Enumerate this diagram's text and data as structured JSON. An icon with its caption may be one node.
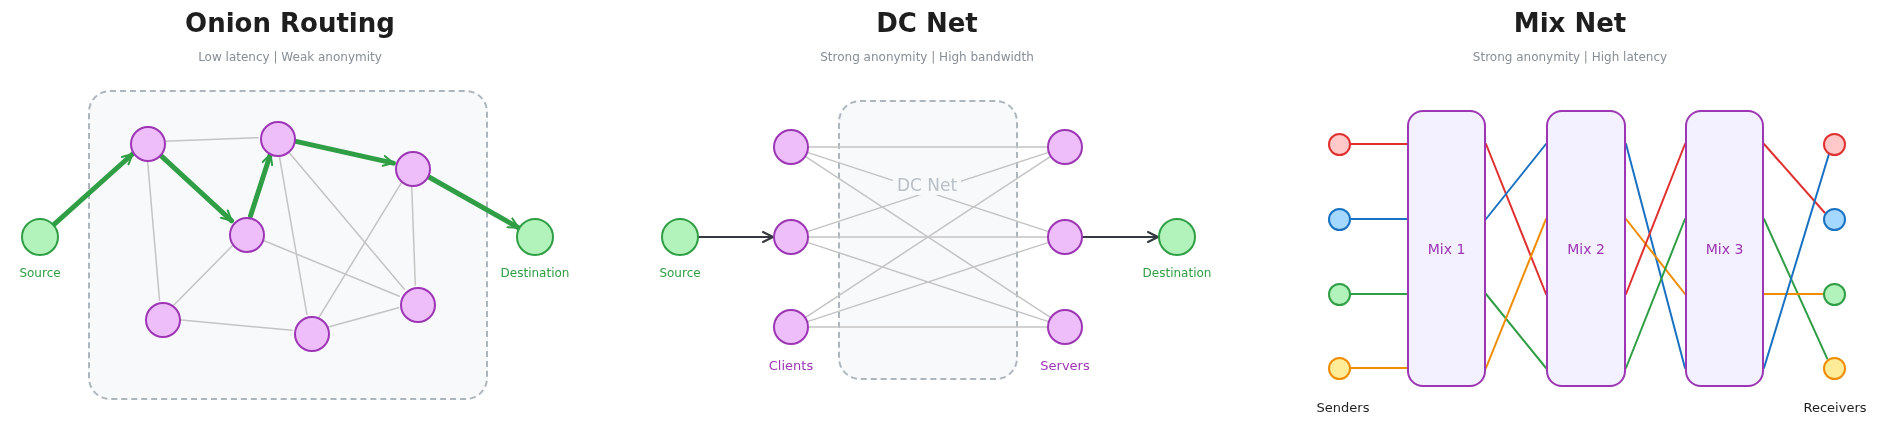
{
  "diagram": {
    "nodes": [
      {
        "text": [],
        "shape": "box"
      },
      {
        "text": [],
        "shape": "circle",
        "beside": [
          "Source"
        ]
      },
      {
        "text": [],
        "shape": "circle",
        "in": 0
      },
      {
        "text": [],
        "shape": "circle",
        "in": 0
      },
      {
        "text": [],
        "shape": "circle",
        "in": 0
      },
      {
        "text": [],
        "shape": "circle",
        "in": 0
      },
      {
        "text": [],
        "shape": "circle",
        "in": 0
      },
      {
        "text": [],
        "shape": "circle",
        "in": 0
      },
      {
        "text": [],
        "shape": "circle",
        "in": 0
      },
      {
        "text": [],
        "shape": "circle",
        "beside": [
          "Destination"
        ]
      },
      {
        "text": [],
        "shape": "circle",
        "beside": [
          "Source"
        ]
      },
      {
        "text": [],
        "shape": "circle"
      },
      {
        "text": [],
        "shape": "circle"
      },
      {
        "text": [],
        "shape": "circle"
      },
      {
        "text": [],
        "shape": "circle"
      },
      {
        "text": [],
        "shape": "circle"
      },
      {
        "text": [],
        "shape": "circle"
      },
      {
        "text": [],
        "shape": "circle",
        "beside": [
          "Destination"
        ]
      },
      {
        "text": [
          "Mix 1"
        ]
      },
      {
        "text": [
          "Mix 2"
        ]
      },
      {
        "text": [
          "Mix 3"
        ]
      },
      {
        "text": [],
        "shape": "circle"
      },
      {
        "text": [],
        "shape": "circle"
      },
      {
        "text": [],
        "shape": "circle"
      },
      {
        "text": [],
        "shape": "circle"
      },
      {
        "text": [],
        "shape": "circle"
      },
      {
        "text": [],
        "shape": "circle"
      },
      {
        "text": [],
        "shape": "circle"
      },
      {
        "text": [],
        "shape": "circle"
      }
    ],
    "edges": [
      {
        "from": 1,
        "to": 2,
        "arrow": "to",
        "style": "thick",
        "color": "#2f9e44"
      },
      {
        "from": 2,
        "to": 4,
        "arrow": "to",
        "style": "thick",
        "color": "#2f9e44"
      },
      {
        "from": 4,
        "to": 3,
        "arrow": "to",
        "style": "thick",
        "color": "#2f9e44"
      },
      {
        "from": 3,
        "to": 5,
        "arrow": "to",
        "style": "thick",
        "color": "#2f9e44"
      },
      {
        "from": 5,
        "to": 9,
        "arrow": "to",
        "style": "thick",
        "color": "#2f9e44"
      },
      {
        "from": 2,
        "to": 3,
        "arrow": "none"
      },
      {
        "from": 2,
        "to": 6,
        "arrow": "none"
      },
      {
        "from": 4,
        "to": 6,
        "arrow": "none"
      },
      {
        "from": 4,
        "to": 8,
        "arrow": "none"
      },
      {
        "from": 3,
        "to": 7,
        "arrow": "none"
      },
      {
        "from": 3,
        "to": 8,
        "arrow": "none"
      },
      {
        "from": 5,
        "to": 7,
        "arrow": "none"
      },
      {
        "from": 5,
        "to": 8,
        "arrow": "none"
      },
      {
        "from": 6,
        "to": 7,
        "arrow": "none"
      },
      {
        "from": 7,
        "to": 8,
        "arrow": "none"
      },
      {
        "from": 10,
        "to": 12,
        "arrow": "to",
        "color": "#343a40"
      },
      {
        "from": 15,
        "to": 17,
        "arrow": "to",
        "color": "#343a40"
      },
      {
        "from": 11,
        "to": 14,
        "arrow": "none"
      },
      {
        "from": 11,
        "to": 15,
        "arrow": "none"
      },
      {
        "from": 11,
        "to": 16,
        "arrow": "none"
      },
      {
        "from": 12,
        "to": 14,
        "arrow": "none"
      },
      {
        "from": 12,
        "to": 15,
        "arrow": "none"
      },
      {
        "from": 12,
        "to": 16,
        "arrow": "none"
      },
      {
        "from": 13,
        "to": 14,
        "arrow": "none"
      },
      {
        "from": 13,
        "to": 15,
        "arrow": "none"
      },
      {
        "from": 13,
        "to": 16,
        "arrow": "none"
      },
      {
        "from": 21,
        "to": 18,
        "arrow": "none",
        "color": "#e03131"
      },
      {
        "from": 22,
        "to": 18,
        "arrow": "none",
        "color": "#1971c2"
      },
      {
        "from": 23,
        "to": 18,
        "arrow": "none",
        "color": "#2f9e44"
      },
      {
        "from": 24,
        "to": 18,
        "arrow": "none",
        "color": "#f08c00"
      },
      {
        "from": 18,
        "to": 19,
        "arrow": "none",
        "color": "#e03131"
      },
      {
        "from": 18,
        "to": 19,
        "arrow": "none",
        "color": "#1971c2"
      },
      {
        "from": 18,
        "to": 19,
        "arrow": "none",
        "color": "#2f9e44"
      },
      {
        "from": 18,
        "to": 19,
        "arrow": "none",
        "color": "#f08c00"
      },
      {
        "from": 19,
        "to": 20,
        "arrow": "none",
        "color": "#1971c2"
      },
      {
        "from": 19,
        "to": 20,
        "arrow": "none",
        "color": "#f08c00"
      },
      {
        "from": 19,
        "to": 20,
        "arrow": "none",
        "color": "#e03131"
      },
      {
        "from": 19,
        "to": 20,
        "arrow": "none",
        "color": "#2f9e44"
      },
      {
        "from": 20,
        "to": 26,
        "arrow": "none",
        "color": "#e03131"
      },
      {
        "from": 20,
        "to": 28,
        "arrow": "none",
        "color": "#2f9e44"
      },
      {
        "from": 20,
        "to": 27,
        "arrow": "none",
        "color": "#f08c00"
      },
      {
        "from": 20,
        "to": 25,
        "arrow": "none",
        "color": "#1971c2"
      }
    ],
    "labels": [
      "Onion Routing",
      "Low latency | Weak anonymity",
      "DC Net",
      "Strong anonymity | High bandwidth",
      "Mix Net",
      "Strong anonymity | High latency",
      "DC Net",
      "Clients",
      "Servers",
      "Senders",
      "Receivers"
    ]
  }
}
